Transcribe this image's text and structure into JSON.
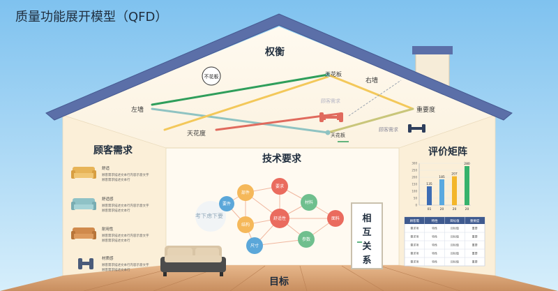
{
  "header": {
    "title": "质量功能展开模型（QFD）"
  },
  "roof": {
    "title": "权衡",
    "labels": {
      "circle_label": "不花板",
      "tianhua_1": "天花板",
      "tianhua_2": "天花板",
      "youqiang": "右墙",
      "zuoqiang": "左墙",
      "tianhuadu": "天花度",
      "zhongyaodu": "重要度",
      "ghost_1": "顾客需求",
      "ghost_2": "顾客需求"
    }
  },
  "left_panel": {
    "title": "顾客需求",
    "items": [
      {
        "label": "舒适",
        "desc_1": "顾客需求描述文本行内容示意文字",
        "desc_2": "顾客需求描述文本行",
        "icon": "sofa-icon",
        "color": "#e7b458"
      },
      {
        "label": "舒适感",
        "desc_1": "顾客需求描述文本行内容示意文字",
        "desc_2": "顾客需求描述文本行",
        "icon": "sofa-icon",
        "color": "#8fc2c6"
      },
      {
        "label": "耐用性",
        "desc_1": "顾客需求描述文本行内容示意文字",
        "desc_2": "顾客需求描述文本行",
        "icon": "sofa-icon",
        "color": "#d08a4c"
      },
      {
        "label": "材质感",
        "desc_1": "顾客需求描述文本行内容示意文字",
        "desc_2": "顾客需求描述文本行",
        "icon": "dumbbell-icon",
        "color": "#4a5b7a"
      }
    ]
  },
  "center_panel": {
    "title": "技术要求",
    "nodes": [
      {
        "id": "n1",
        "label": "部件",
        "color": "#f5b85a"
      },
      {
        "id": "n2",
        "label": "要求",
        "color": "#ea6b5e"
      },
      {
        "id": "n3",
        "label": "要件",
        "color": "#5ba7d9"
      },
      {
        "id": "n4",
        "label": "材料",
        "color": "#6fbf8e"
      },
      {
        "id": "n5",
        "label": "舒适性",
        "color": "#ea6b5e"
      },
      {
        "id": "n6",
        "label": "结构",
        "color": "#f5b85a"
      },
      {
        "id": "n7",
        "label": "面料",
        "color": "#ea6b5e"
      },
      {
        "id": "n8",
        "label": "尺寸",
        "color": "#5ba7d9"
      },
      {
        "id": "n9",
        "label": "参数",
        "color": "#6fbf8e"
      }
    ],
    "ghost_label": "考下虑下要"
  },
  "relation": {
    "chars": [
      "相",
      "互",
      "关",
      "系"
    ]
  },
  "right_panel": {
    "title": "评价矩阵",
    "chart_data": {
      "type": "bar",
      "categories": [
        "01",
        "20",
        "20",
        "20"
      ],
      "values": [
        135,
        185,
        207,
        280
      ],
      "value_labels": [
        "135",
        "185",
        "207",
        "280"
      ],
      "y_ticks": [
        "300",
        "250",
        "200",
        "150",
        "100",
        "50",
        "0"
      ],
      "ylim": [
        0,
        300
      ],
      "colors": [
        "#3c6cb4",
        "#5aa9e0",
        "#f3b62a",
        "#36b26b"
      ]
    },
    "table": {
      "headers": [
        "顾客需",
        "特性",
        "目标值",
        "重要度"
      ],
      "rows": [
        [
          "需求项",
          "特性",
          "目标值",
          "重要"
        ],
        [
          "需求项",
          "特性",
          "目标值",
          "重要"
        ],
        [
          "需求项",
          "特性",
          "目标值",
          "重要"
        ],
        [
          "需求项",
          "特性",
          "目标值",
          "重要"
        ],
        [
          "需求项",
          "特性",
          "目标值",
          "重要"
        ]
      ]
    }
  },
  "floor": {
    "title": "目标"
  },
  "colors": {
    "roof": "#5b6fa8",
    "wall": "#fdf3df",
    "floor": "#d9a979"
  }
}
